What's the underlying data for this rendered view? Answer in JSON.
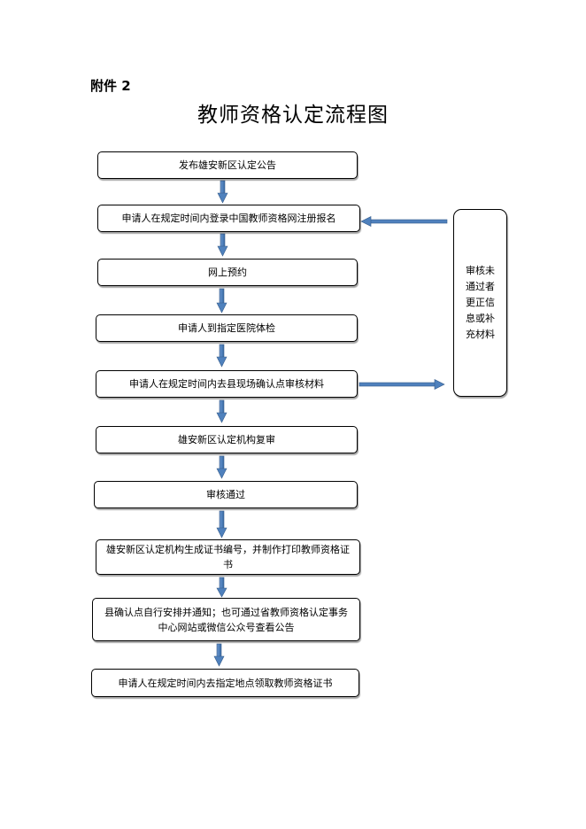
{
  "header": {
    "attachment_label": "附件 2",
    "title": "教师资格认定流程图"
  },
  "steps": [
    "发布雄安新区认定公告",
    "申请人在规定时间内登录中国教师资格网注册报名",
    "网上预约",
    "申请人到指定医院体检",
    "申请人在规定时间内去县现场确认点审核材料",
    "雄安新区认定机构复审",
    "审核通过",
    "雄安新区认定机构生成证书编号，并制作打印教师资格证书",
    "县确认点自行安排并通知；也可通过省教师资格认定事务中心网站或微信公众号查看公告",
    "申请人在规定时间内去指定地点领取教师资格证书"
  ],
  "side_note": "审核未通过者更正信息或补充材料",
  "colors": {
    "arrow_fill": "#4f81bd",
    "arrow_stroke": "#385d8a",
    "box_border": "#000000"
  }
}
